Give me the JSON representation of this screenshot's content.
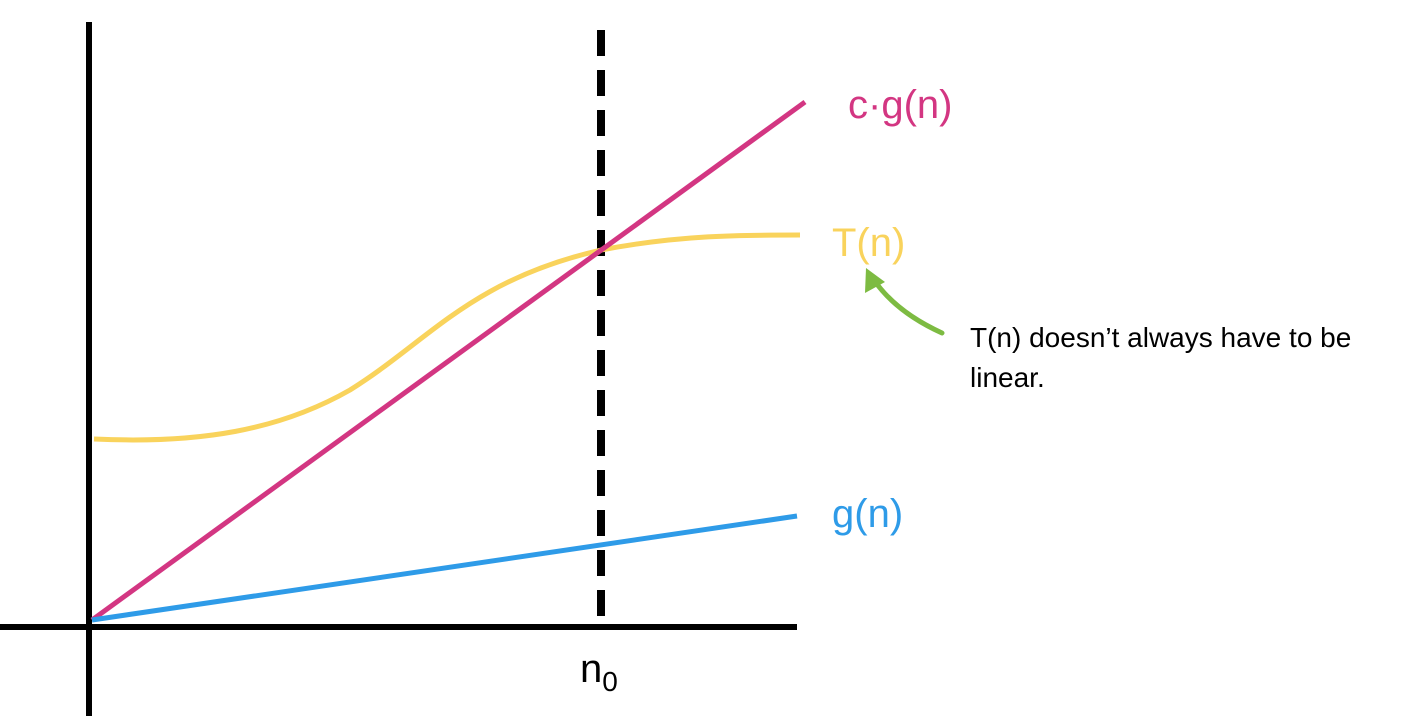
{
  "colors": {
    "axis": "#000000",
    "cg": "#d33682",
    "t": "#f9d35c",
    "g": "#2e9be8",
    "arrow": "#7dbb42",
    "note_text": "#000000"
  },
  "labels": {
    "cg": "c·g(n)",
    "t": "T(n)",
    "g": "g(n)",
    "n0_base": "n",
    "n0_sub": "0"
  },
  "annotation": {
    "line1": "T(n) doesn’t always have to be",
    "line2": "linear."
  },
  "icons": {
    "arrow": "curved-arrow-icon"
  }
}
